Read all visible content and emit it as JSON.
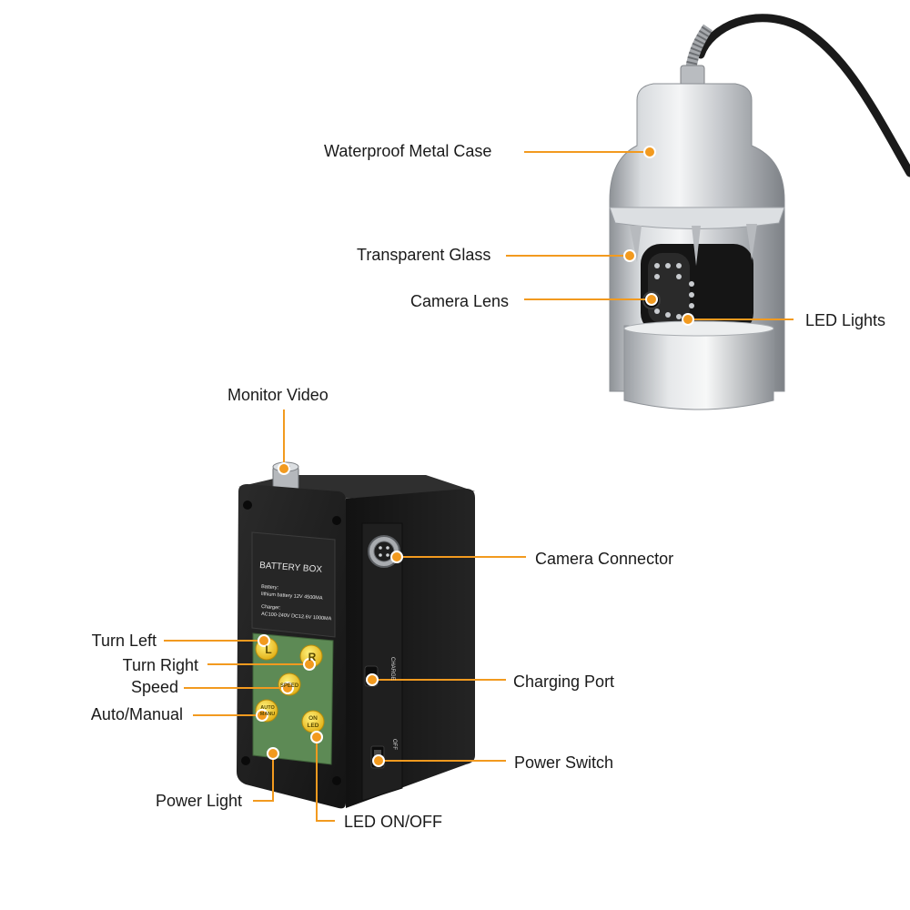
{
  "colors": {
    "accent_orange": "#f29a1f",
    "metal_silver": "#c9ccd0",
    "box_black": "#1c1c1c",
    "panel_green": "#5d8a55",
    "button_yellow": "#f4c51e"
  },
  "camera": {
    "labels": {
      "case": "Waterproof Metal Case",
      "glass": "Transparent Glass",
      "lens": "Camera Lens",
      "led_lights": "LED Lights"
    }
  },
  "battery_box": {
    "labels": {
      "monitor_video": "Monitor Video",
      "camera_connector": "Camera Connector",
      "charging_port": "Charging Port",
      "power_switch": "Power Switch",
      "turn_left": "Turn Left",
      "turn_right": "Turn Right",
      "speed": "Speed",
      "auto_manual": "Auto/Manual",
      "power_light": "Power Light",
      "led_onoff": "LED ON/OFF"
    },
    "sticker": {
      "title": "BATTERY BOX",
      "battery_label": "Battery:",
      "battery_spec": "lithium battery 12V 4500MA",
      "charger_label": "Charger:",
      "charger_spec": "AC100-240V DC12.6V 1000MA"
    },
    "buttons": {
      "left": "L",
      "right": "R",
      "speed": "SPEED",
      "auto": "AUTO",
      "manual": "MANU",
      "on": "ON",
      "led": "LED"
    },
    "side_text": {
      "charge": "CHARGE",
      "off": "OFF"
    }
  }
}
